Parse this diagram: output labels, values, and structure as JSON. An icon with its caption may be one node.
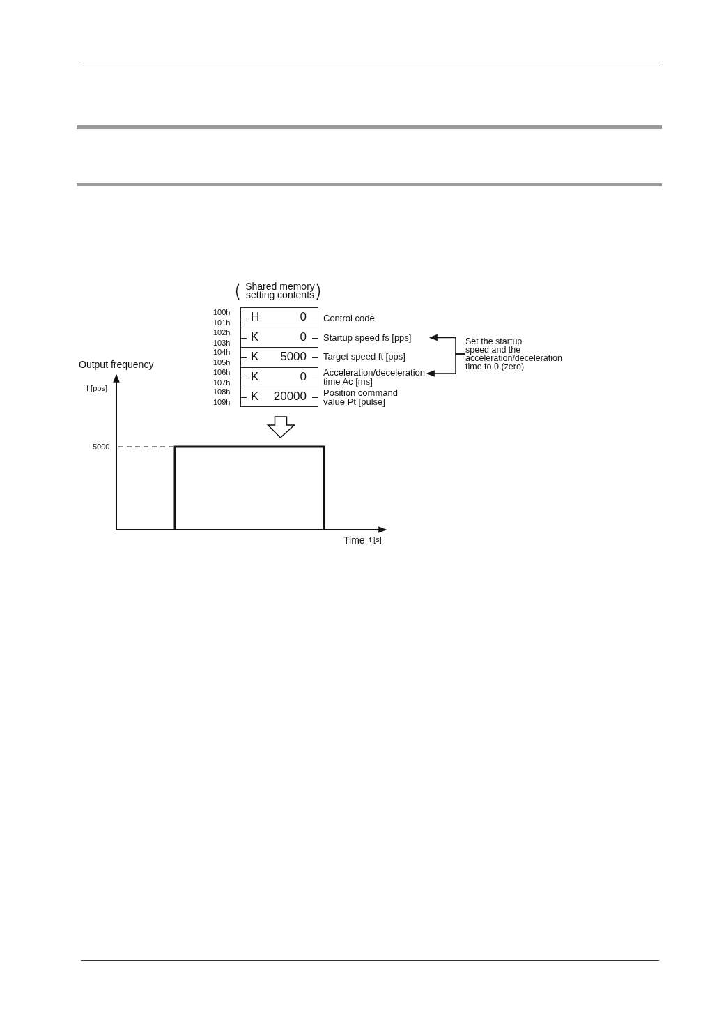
{
  "diagram": {
    "nodes": [
      {
        "text": [
          "Shared memory setting contents"
        ]
      },
      {
        "text": [
          "H",
          "0"
        ],
        "in": 0,
        "beside": [
          "100h",
          "101h"
        ]
      },
      {
        "text": [
          "K",
          "0"
        ],
        "in": 0,
        "beside": [
          "102h",
          "103h"
        ]
      },
      {
        "text": [
          "K",
          "5000"
        ],
        "in": 0,
        "beside": [
          "104h",
          "105h"
        ]
      },
      {
        "text": [
          "K",
          "0"
        ],
        "in": 0,
        "beside": [
          "106h",
          "107h"
        ]
      },
      {
        "text": [
          "K",
          "20000"
        ],
        "in": 0,
        "beside": [
          "108h",
          "109h"
        ]
      },
      {
        "text": [
          "Control code"
        ]
      },
      {
        "text": [
          "Startup speed fs [pps]"
        ]
      },
      {
        "text": [
          "Target speed ft [pps]"
        ]
      },
      {
        "text": [
          "Acceleration/deceleration time Ac [ms]"
        ]
      },
      {
        "text": [
          "Position command value Pt [pulse]"
        ]
      },
      {
        "text": [
          "Set the startup speed and the acceleration/deceleration time to 0 (zero)"
        ]
      }
    ],
    "edges": [
      {
        "from": 11,
        "to": 7,
        "arrow": "to"
      },
      {
        "from": 11,
        "to": 9,
        "arrow": "to"
      },
      {
        "from": 0,
        "to": null,
        "arrow": "to"
      }
    ],
    "labels": [
      "Output frequency",
      "f [pps]",
      "5000",
      "Time",
      "t [s]"
    ]
  }
}
